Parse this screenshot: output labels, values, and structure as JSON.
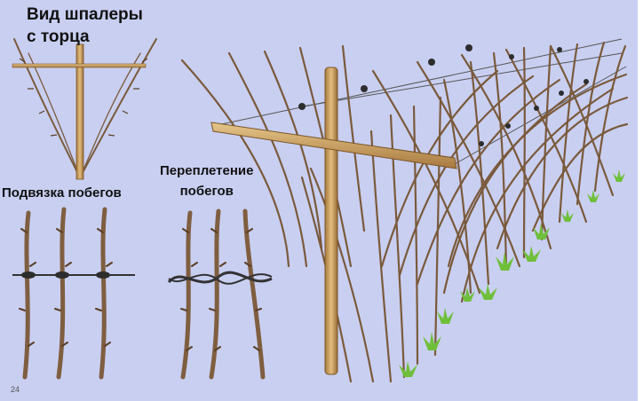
{
  "title": {
    "line1": "Вид шпалеры",
    "line2": "с торца"
  },
  "labels": {
    "tying": "Подвязка побегов",
    "weaving_line1": "Переплетение",
    "weaving_line2": "побегов"
  },
  "page_number": "24",
  "colors": {
    "background": "#c9cff1",
    "cane": "#7a5a3c",
    "post": "#c9a063",
    "wire": "#444444",
    "leaves": "#6fbf3a"
  }
}
